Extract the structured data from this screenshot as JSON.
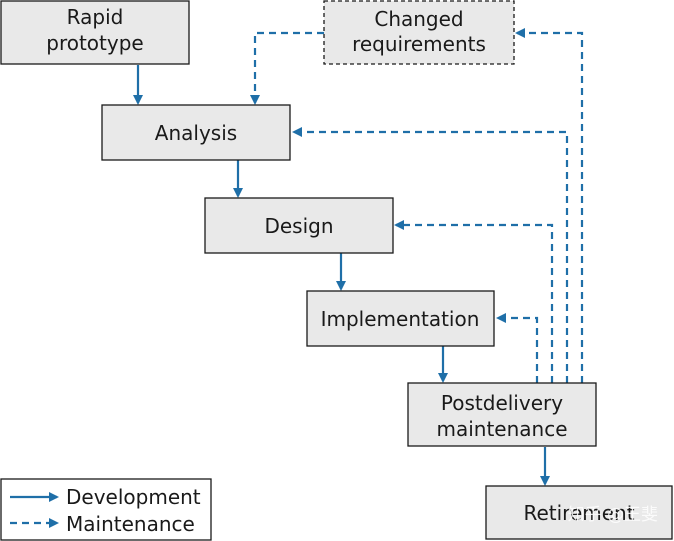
{
  "nodes": {
    "rapid_prototype": [
      "Rapid",
      "prototype"
    ],
    "changed_requirements": [
      "Changed",
      "requirements"
    ],
    "analysis": [
      "Analysis"
    ],
    "design": [
      "Design"
    ],
    "implementation": [
      "Implementation"
    ],
    "postdelivery_maintenance": [
      "Postdelivery",
      "maintenance"
    ],
    "retirement": [
      "Retirement"
    ]
  },
  "legend": {
    "development": "Development",
    "maintenance": "Maintenance"
  },
  "watermark": "知乎 @王斐",
  "colors": {
    "arrow": "#1f6fa8",
    "box_fill": "#e9e9e9",
    "box_stroke": "#1a1a1a"
  },
  "edges": [
    {
      "from": "rapid_prototype",
      "to": "analysis",
      "kind": "development"
    },
    {
      "from": "analysis",
      "to": "design",
      "kind": "development"
    },
    {
      "from": "design",
      "to": "implementation",
      "kind": "development"
    },
    {
      "from": "implementation",
      "to": "postdelivery_maintenance",
      "kind": "development"
    },
    {
      "from": "postdelivery_maintenance",
      "to": "retirement",
      "kind": "development"
    },
    {
      "from": "changed_requirements",
      "to": "analysis",
      "kind": "maintenance"
    },
    {
      "from": "postdelivery_maintenance",
      "to": "changed_requirements",
      "kind": "maintenance"
    },
    {
      "from": "postdelivery_maintenance",
      "to": "analysis",
      "kind": "maintenance"
    },
    {
      "from": "postdelivery_maintenance",
      "to": "design",
      "kind": "maintenance"
    },
    {
      "from": "postdelivery_maintenance",
      "to": "implementation",
      "kind": "maintenance"
    }
  ]
}
